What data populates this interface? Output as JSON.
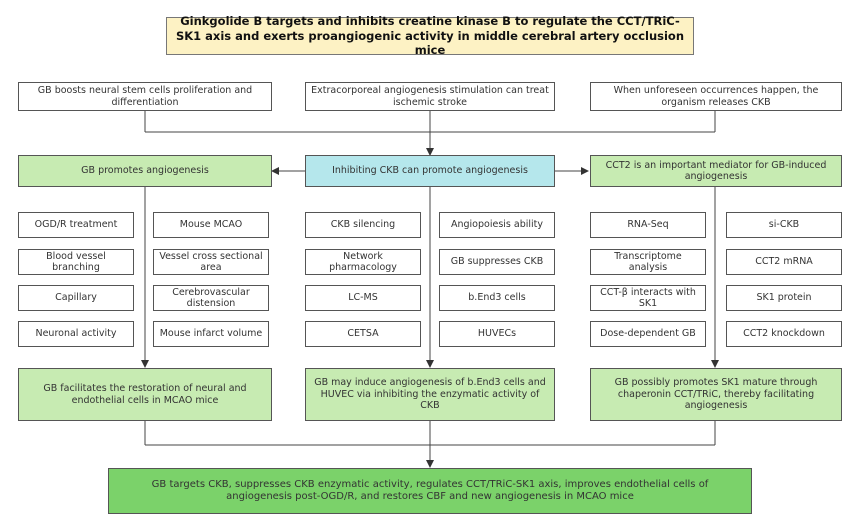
{
  "title": "Ginkgolide B targets and inhibits creatine kinase B to regulate the CCT/TRiC-SK1 axis and exerts proangiogenic activity in middle cerebral artery occlusion mice",
  "top_row": [
    "GB boosts neural stem cells proliferation and differentiation",
    "Extracorporeal angiogenesis stimulation can treat ischemic stroke",
    "When unforeseen occurrences happen, the organism releases CKB"
  ],
  "middle_row": {
    "left": "GB promotes angiogenesis",
    "center": "Inhibiting CKB can promote angiogenesis",
    "right": "CCT2 is an important mediator for GB-induced angiogenesis"
  },
  "left_items": {
    "col1": [
      "OGD/R treatment",
      "Blood vessel branching",
      "Capillary",
      "Neuronal activity"
    ],
    "col2": [
      "Mouse MCAO",
      "Vessel cross sectional area",
      "Cerebrovascular distension",
      "Mouse infarct volume"
    ]
  },
  "center_items": {
    "col1": [
      "CKB silencing",
      "Network pharmacology",
      "LC-MS",
      "CETSA"
    ],
    "col2": [
      "Angiopoiesis ability",
      "GB suppresses CKB",
      "b.End3 cells",
      "HUVECs"
    ]
  },
  "right_items": {
    "col1": [
      "RNA-Seq",
      "Transcriptome analysis",
      "CCT-β interacts with SK1",
      "Dose-dependent GB"
    ],
    "col2": [
      "si-CKB",
      "CCT2 mRNA",
      "SK1 protein",
      "CCT2 knockdown"
    ]
  },
  "result_row": {
    "left": "GB facilitates the restoration of neural and endothelial cells in MCAO mice",
    "center": "GB may induce angiogenesis of b.End3 cells and HUVEC via inhibiting the enzymatic activity of CKB",
    "right": "GB possibly promotes SK1 mature through chaperonin CCT/TRiC, thereby facilitating angiogenesis"
  },
  "conclusion": "GB targets CKB, suppresses CKB enzymatic activity, regulates CCT/TRiC-SK1 axis, improves endothelial cells of angiogenesis post-OGD/R, and restores CBF and new angiogenesis in MCAO mice"
}
